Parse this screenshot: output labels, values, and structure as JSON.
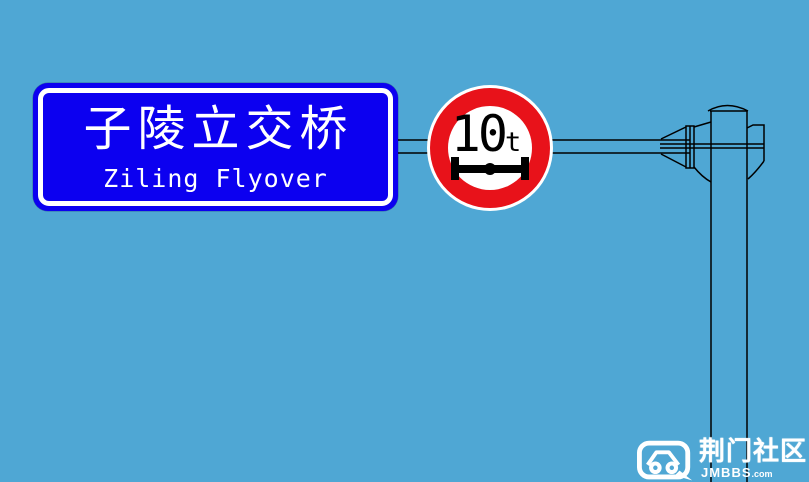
{
  "scene": {
    "background_color": "#4FA7D4",
    "line_color": "#000000",
    "description": "roadside gantry pole with guide sign and axle-weight-limit sign"
  },
  "guide_sign": {
    "chinese": "子陵立交桥",
    "english": "Ziling Flyover",
    "bg_color": "#0C00F0",
    "border_color": "#FFFFFF",
    "text_color": "#FFFFFF"
  },
  "axle_weight_sign": {
    "value": "10",
    "unit": "t",
    "ring_color": "#E8121A",
    "face_color": "#FFFFFF",
    "symbol_color": "#000000",
    "symbol": "axle-icon"
  },
  "watermark": {
    "site_name": "荆门社区",
    "domain_main": "JMBBS",
    "domain_suffix": ".com",
    "color": "#FFFFFF",
    "icon": "bus-logo-icon"
  }
}
